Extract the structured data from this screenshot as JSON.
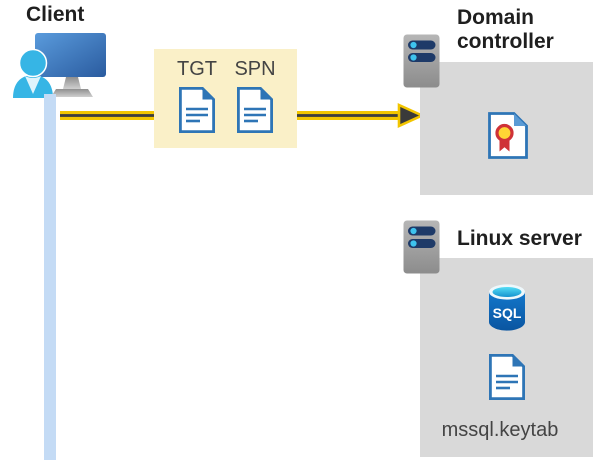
{
  "diagram": {
    "client": {
      "label": "Client"
    },
    "tickets": {
      "tgt_label": "TGT",
      "spn_label": "SPN"
    },
    "domain_controller": {
      "label": "Domain controller"
    },
    "linux_server": {
      "label": "Linux server"
    },
    "sql_database": {
      "label": "SQL"
    },
    "keytab": {
      "label": "mssql.keytab"
    }
  },
  "colors": {
    "ticket_box_fill": "#faf0c8",
    "zone_box_fill": "#d9d9d9",
    "arrow_yellow": "#f2c500",
    "arrow_dark": "#3d3d3d",
    "timeline_blue": "#c4dbf5",
    "document_blue": "#2e75b6",
    "certificate_fold_blue": "#5b9bd5",
    "certificate_seal_gold": "#ffd635",
    "certificate_seal_red": "#cf3237",
    "person_cyan": "#36b5e5",
    "monitor_blue_dark": "#2a5b9f",
    "server_bar_navy": "#1e3a68",
    "server_dot_cyan": "#3ec3ee",
    "sql_body_blue": "#0d63b5",
    "sql_top_cyan": "#49d6f2",
    "title_text": "#1f1f1f",
    "label_text": "#444444"
  }
}
